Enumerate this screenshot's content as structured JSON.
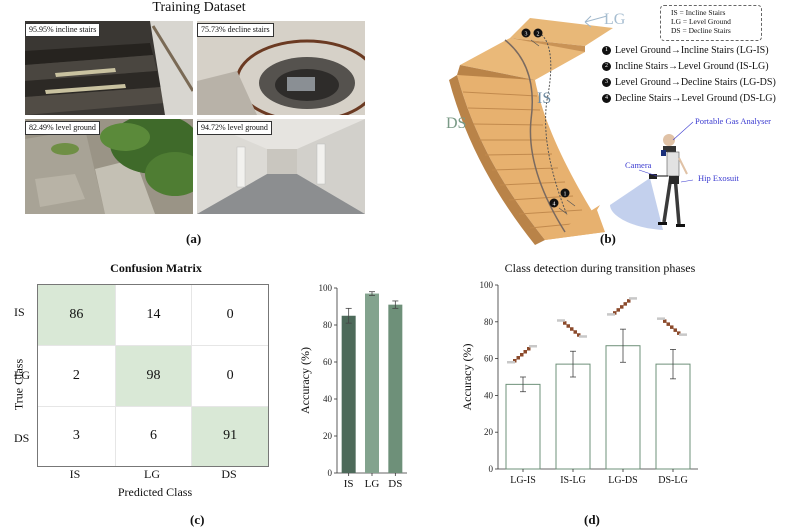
{
  "panel_a": {
    "title": "Training Dataset",
    "tag": "(a)",
    "photos": [
      {
        "label": "95.95% incline stairs"
      },
      {
        "label": "75.73% decline stairs"
      },
      {
        "label": "82.49% level ground"
      },
      {
        "label": "94.72% level ground"
      }
    ]
  },
  "panel_b": {
    "tag": "(b)",
    "labels": {
      "lg": "LG",
      "is": "IS",
      "ds": "DS"
    },
    "key_box": [
      "IS = Incline Stairs",
      "LG = Level Ground",
      "DS = Decline Stairs"
    ],
    "transitions": [
      {
        "num": "1",
        "text": "Level Ground→Incline Stairs (LG-IS)"
      },
      {
        "num": "2",
        "text": "Incline Stairs→Level Ground (IS-LG)"
      },
      {
        "num": "3",
        "text": "Level Ground→Decline Stairs (LG-DS)"
      },
      {
        "num": "4",
        "text": "Decline Stairs→Level Ground (DS-LG)"
      }
    ],
    "equipment": {
      "gas": "Portable Gas Analyser",
      "camera": "Camera",
      "exo": "Hip Exosuit"
    },
    "markers": [
      "1",
      "2",
      "3",
      "4"
    ]
  },
  "panel_c": {
    "tag": "(c)",
    "confusion_title": "Confusion Matrix",
    "true_label": "True Class",
    "pred_label": "Predicted Class",
    "classes": [
      "IS",
      "LG",
      "DS"
    ],
    "matrix": [
      [
        86,
        14,
        0
      ],
      [
        2,
        98,
        0
      ],
      [
        3,
        6,
        91
      ]
    ],
    "highlight_color": "#d9e8d6"
  },
  "panel_d": {
    "tag": "(d)",
    "title": "Class detection during transition phases"
  },
  "chart_data": [
    {
      "type": "bar",
      "categories": [
        "IS",
        "LG",
        "DS"
      ],
      "values": [
        85,
        97,
        91
      ],
      "errors": [
        4,
        1,
        2
      ],
      "colors": [
        "#4d6a5a",
        "#83a38e",
        "#6e9079"
      ],
      "title": "",
      "xlabel": "",
      "ylabel": "Accuracy (%)",
      "ylim": [
        0,
        100
      ],
      "yticks": [
        0,
        20,
        40,
        60,
        80,
        100
      ],
      "grid": false
    },
    {
      "type": "bar",
      "categories": [
        "LG-IS",
        "IS-LG",
        "LG-DS",
        "DS-LG"
      ],
      "values": [
        46,
        57,
        67,
        57
      ],
      "errors": [
        4,
        7,
        9,
        8
      ],
      "fill": "none",
      "edge_color": "#6e9079",
      "title": "Class detection during transition phases",
      "xlabel": "",
      "ylabel": "Accuracy (%)",
      "ylim": [
        0,
        100
      ],
      "yticks": [
        0,
        20,
        40,
        60,
        80,
        100
      ],
      "grid": false
    }
  ]
}
